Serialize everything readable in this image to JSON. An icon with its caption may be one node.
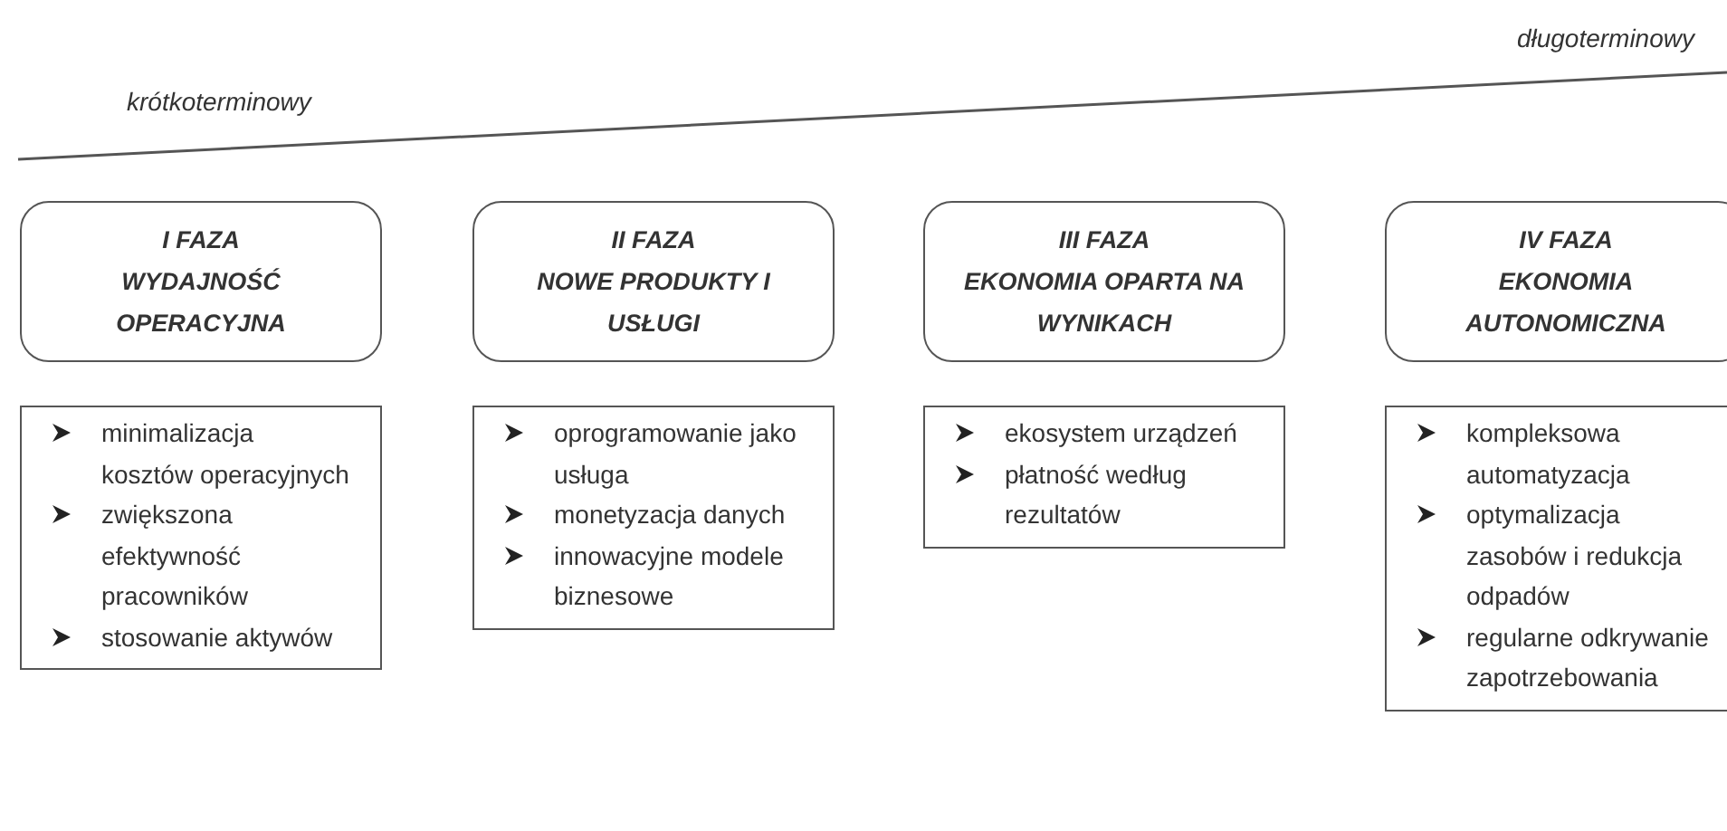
{
  "diagram": {
    "nodes": [
      {
        "text": [
          "I FAZA",
          "WYDAJNOŚĆ OPERACYJNA"
        ]
      },
      {
        "text": [
          "II FAZA",
          "NOWE PRODUKTY I USŁUGI"
        ]
      },
      {
        "text": [
          "III FAZA",
          "EKONOMIA OPARTA NA WYNIKACH"
        ]
      },
      {
        "text": [
          "IV FAZA",
          "EKONOMIA AUTONOMICZNA"
        ]
      },
      {
        "text": [
          "minimalizacja kosztów operacyjnych",
          "zwiększona efektywność pracowników",
          "stosowanie aktywów"
        ]
      },
      {
        "text": [
          "oprogramowanie jako usługa",
          "monetyzacja danych",
          "innowacyjne modele biznesowe"
        ]
      },
      {
        "text": [
          "ekosystem urządzeń",
          "płatność według rezultatów"
        ]
      },
      {
        "text": [
          "kompleksowa automatyzacja",
          "optymalizacja zasobów i redukcja odpadów",
          "regularne odkrywanie zapotrzebowania"
        ]
      }
    ],
    "labels": [
      "długoterminowy",
      "krótkoterminowy"
    ]
  }
}
